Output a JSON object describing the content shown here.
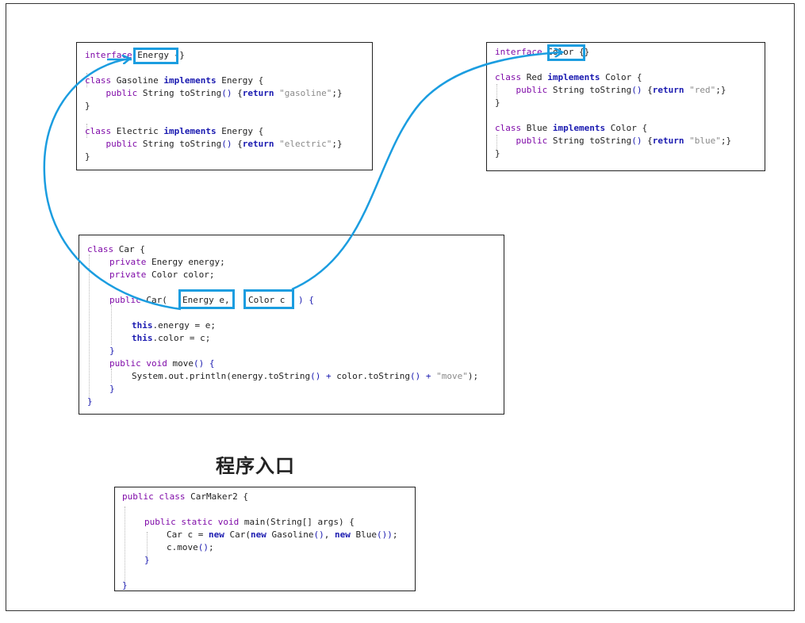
{
  "title": "程序入口",
  "colors": {
    "highlight": "#1b9de0",
    "keyword": "#7f0aa8",
    "keyword_bold": "#1a1ab0",
    "string": "#8a8a8a"
  },
  "energy_box": {
    "interface_kw": "interface",
    "interface_name": "Energy",
    "interface_tail": "{}",
    "lines": [
      {
        "kw": "class",
        "rest": " Gasoline ",
        "kb": "implements",
        "tail": " Energy {"
      },
      {
        "indent": "    ",
        "kw": "public",
        "rest": " String toString",
        "pc": "()",
        "mid": " {",
        "kb": "return",
        "str": "\"gasoline\"",
        "tail": ";}"
      },
      {
        "tail": "}"
      },
      {
        "kw": "class",
        "rest": " Electric ",
        "kb": "implements",
        "tail": " Energy {"
      },
      {
        "indent": "    ",
        "kw": "public",
        "rest": " String toString",
        "pc": "()",
        "mid": " {",
        "kb": "return",
        "str": "\"electric\"",
        "tail": ";}"
      },
      {
        "tail": "}"
      }
    ]
  },
  "color_box": {
    "interface_kw": "interface",
    "interface_name": "Color",
    "interface_tail": "{}",
    "lines": [
      {
        "kw": "class",
        "rest": " Red ",
        "kb": "implements",
        "tail": " Color {"
      },
      {
        "indent": "    ",
        "kw": "public",
        "rest": " String toString",
        "pc": "()",
        "mid": " {",
        "kb": "return",
        "str": "\"red\"",
        "tail": ";}"
      },
      {
        "tail": "}"
      },
      {
        "kw": "class",
        "rest": " Blue ",
        "kb": "implements",
        "tail": " Color {"
      },
      {
        "indent": "    ",
        "kw": "public",
        "rest": " String toString",
        "pc": "()",
        "mid": " {",
        "kb": "return",
        "str": "\"blue\"",
        "tail": ";}"
      },
      {
        "tail": "}"
      }
    ]
  },
  "car_box": {
    "class_kw": "class",
    "class_rest": " Car {",
    "field1_kw": "private",
    "field1_rest": " Energy energy;",
    "field2_kw": "private",
    "field2_rest": " Color color;",
    "ctor_kw": "public",
    "ctor_name": " Car(",
    "param1": "Energy e,",
    "param2": "Color c",
    "ctor_tail": ") {",
    "assign1_kb": "this",
    "assign1_rest": ".energy = e;",
    "assign2_kb": "this",
    "assign2_rest": ".color = c;",
    "close1": "}",
    "move_kw": "public void",
    "move_rest": " move",
    "move_pc": "()",
    "move_tail": " {",
    "println": "System.out.println(energy.toString",
    "println_pc1": "()",
    "println_plus1": " + ",
    "println_mid": "color.toString",
    "println_pc2": "()",
    "println_plus2": " + ",
    "println_str": "\"move\"",
    "println_tail": ");",
    "close2": "}",
    "close3": "}"
  },
  "main_box": {
    "l1_kw": "public class",
    "l1_rest": " CarMaker2 {",
    "l2_kw": "public static void",
    "l2_rest": " main(String[] args) {",
    "l3_a": "Car c = ",
    "l3_kb1": "new",
    "l3_b": " Car(",
    "l3_kb2": "new",
    "l3_c": " Gasoline",
    "l3_pc1": "()",
    "l3_d": ", ",
    "l3_kb3": "new",
    "l3_e": " Blue",
    "l3_pc2": "())",
    "l3_f": ";",
    "l4_a": "c.move",
    "l4_pc": "()",
    "l4_b": ";",
    "l5": "}",
    "l6": "}"
  }
}
